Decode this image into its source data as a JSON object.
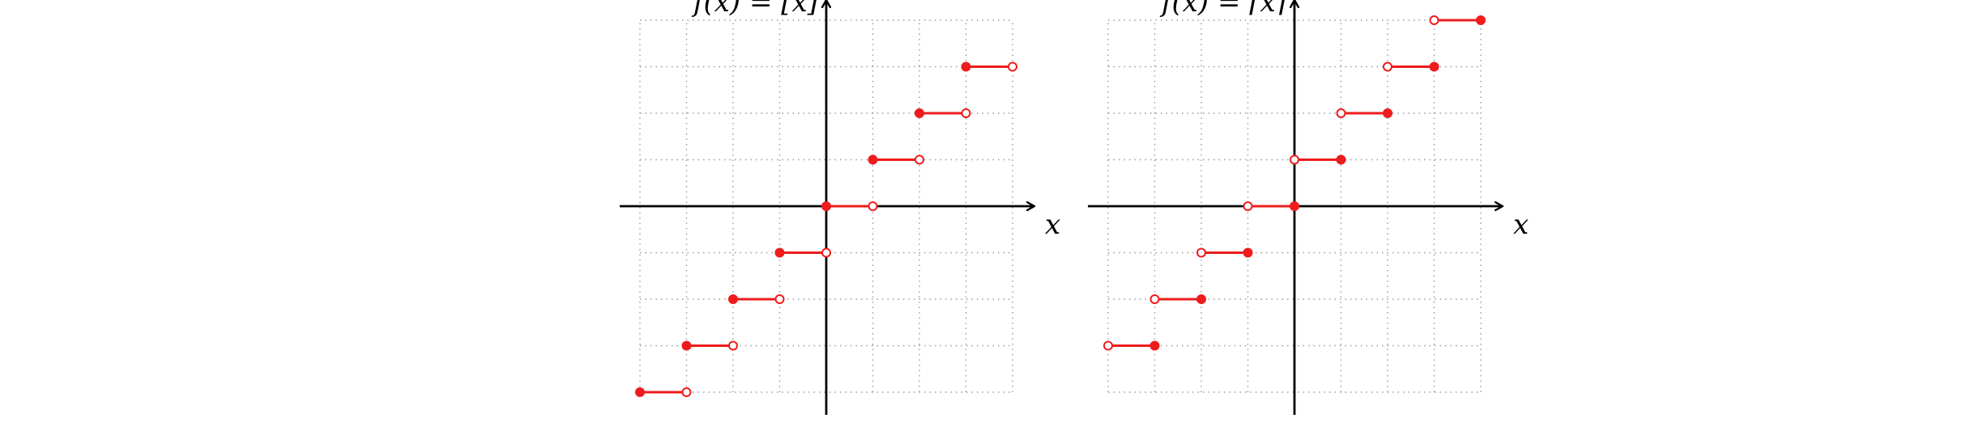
{
  "colors": {
    "step": "#ee1c1c",
    "axis": "#000000",
    "grid": "#9a9a9a",
    "background": "#ffffff"
  },
  "chart_data": [
    {
      "type": "line",
      "title": "f(x) = [x]",
      "xlabel": "x",
      "ylabel": "",
      "xlim": [
        -4,
        4
      ],
      "ylim": [
        -4,
        4
      ],
      "grid": true,
      "segments": [
        {
          "x": [
            -4,
            -3
          ],
          "y": -4,
          "left": "closed",
          "right": "open"
        },
        {
          "x": [
            -3,
            -2
          ],
          "y": -3,
          "left": "closed",
          "right": "open"
        },
        {
          "x": [
            -2,
            -1
          ],
          "y": -2,
          "left": "closed",
          "right": "open"
        },
        {
          "x": [
            -1,
            0
          ],
          "y": -1,
          "left": "closed",
          "right": "open"
        },
        {
          "x": [
            0,
            1
          ],
          "y": 0,
          "left": "closed",
          "right": "open"
        },
        {
          "x": [
            1,
            2
          ],
          "y": 1,
          "left": "closed",
          "right": "open"
        },
        {
          "x": [
            2,
            3
          ],
          "y": 2,
          "left": "closed",
          "right": "open"
        },
        {
          "x": [
            3,
            4
          ],
          "y": 3,
          "left": "closed",
          "right": "open"
        }
      ]
    },
    {
      "type": "line",
      "title": "f(x) = ⌈x⌉",
      "xlabel": "x",
      "ylabel": "",
      "xlim": [
        -4,
        4
      ],
      "ylim": [
        -4,
        4
      ],
      "grid": true,
      "segments": [
        {
          "x": [
            -4,
            -3
          ],
          "y": -3,
          "left": "open",
          "right": "closed"
        },
        {
          "x": [
            -3,
            -2
          ],
          "y": -2,
          "left": "open",
          "right": "closed"
        },
        {
          "x": [
            -2,
            -1
          ],
          "y": -1,
          "left": "open",
          "right": "closed"
        },
        {
          "x": [
            -1,
            0
          ],
          "y": 0,
          "left": "open",
          "right": "closed"
        },
        {
          "x": [
            0,
            1
          ],
          "y": 1,
          "left": "open",
          "right": "closed"
        },
        {
          "x": [
            1,
            2
          ],
          "y": 2,
          "left": "open",
          "right": "closed"
        },
        {
          "x": [
            2,
            3
          ],
          "y": 3,
          "left": "open",
          "right": "closed"
        },
        {
          "x": [
            3,
            4
          ],
          "y": 4,
          "left": "open",
          "right": "closed"
        }
      ]
    }
  ]
}
